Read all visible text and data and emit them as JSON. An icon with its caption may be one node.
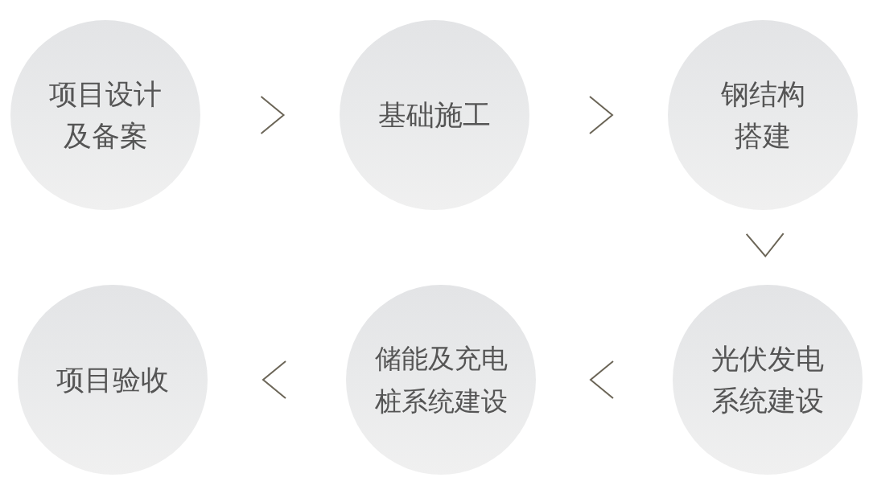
{
  "diagram": {
    "nodes": [
      {
        "text": [
          "项目设计及备案"
        ]
      },
      {
        "text": [
          "基础施工"
        ]
      },
      {
        "text": [
          "钢结构搭建"
        ]
      },
      {
        "text": [
          "光伏发电系统建设"
        ]
      },
      {
        "text": [
          "储能及充电桩系统建设"
        ]
      },
      {
        "text": [
          "项目验收"
        ]
      }
    ],
    "edges": [
      {
        "from": 0,
        "to": 1,
        "arrow": "to"
      },
      {
        "from": 1,
        "to": 2,
        "arrow": "to"
      },
      {
        "from": 2,
        "to": 3,
        "arrow": "to"
      },
      {
        "from": 3,
        "to": 4,
        "arrow": "to"
      },
      {
        "from": 4,
        "to": 5,
        "arrow": "to"
      }
    ]
  }
}
